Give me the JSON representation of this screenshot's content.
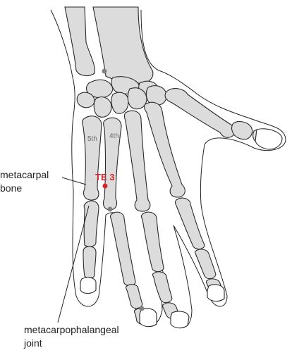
{
  "labels": {
    "metacarpal_line1": "metacarpal",
    "metacarpal_line2": "bone",
    "mcp_line1": "metacarpophalangeal",
    "mcp_line2": "joint",
    "fifth": "5th",
    "fourth": "4th"
  },
  "acupoint": {
    "name": "TE 3",
    "color": "#d7262b"
  },
  "colors": {
    "bone_fill": "#dcdcdc",
    "bone_stroke": "#2a2a2a",
    "outline": "#222222",
    "marker": "#808080"
  }
}
